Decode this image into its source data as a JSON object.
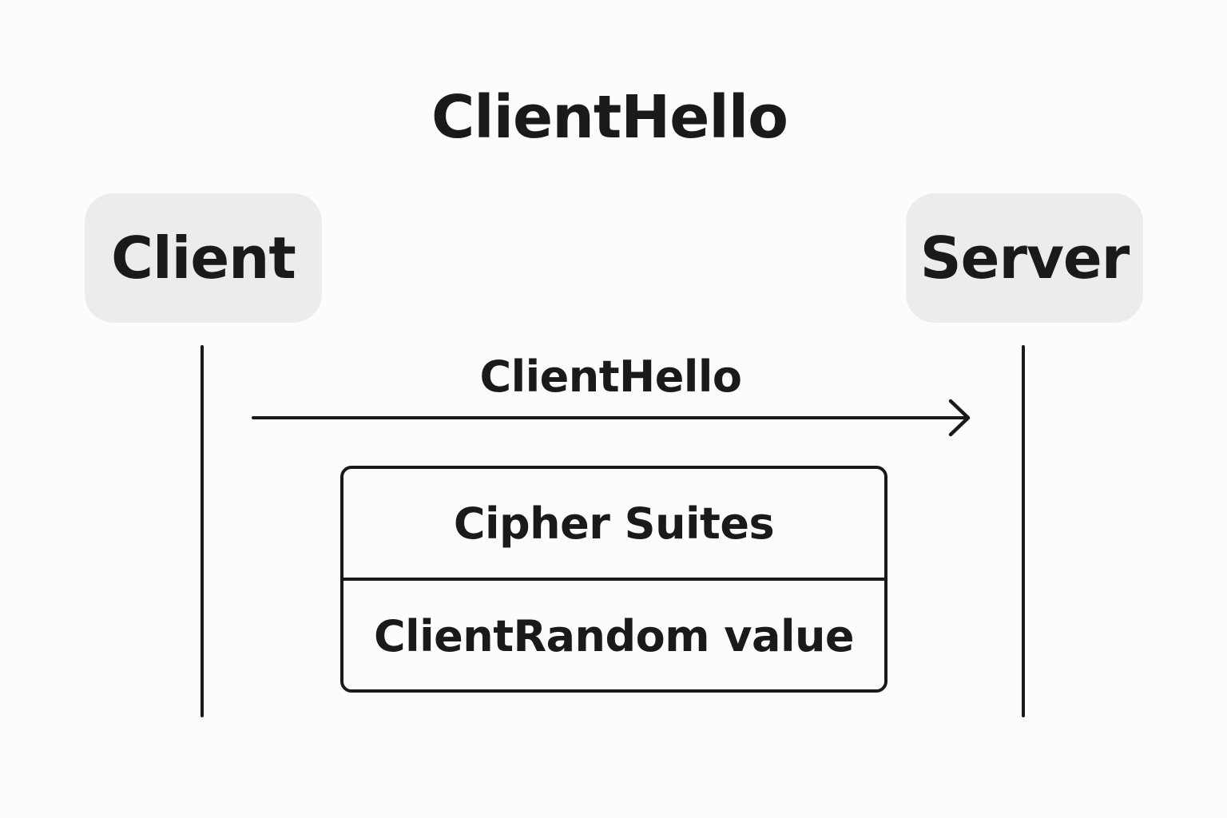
{
  "title": "ClientHello",
  "actors": {
    "client": "Client",
    "server": "Server"
  },
  "message": {
    "label": "ClientHello",
    "from": "Client",
    "to": "Server"
  },
  "payload": {
    "fields": [
      "Cipher Suites",
      "ClientRandom value"
    ]
  },
  "colors": {
    "background": "#fcfcfc",
    "actor_box": "#ececec",
    "ink": "#1a1a1a"
  }
}
